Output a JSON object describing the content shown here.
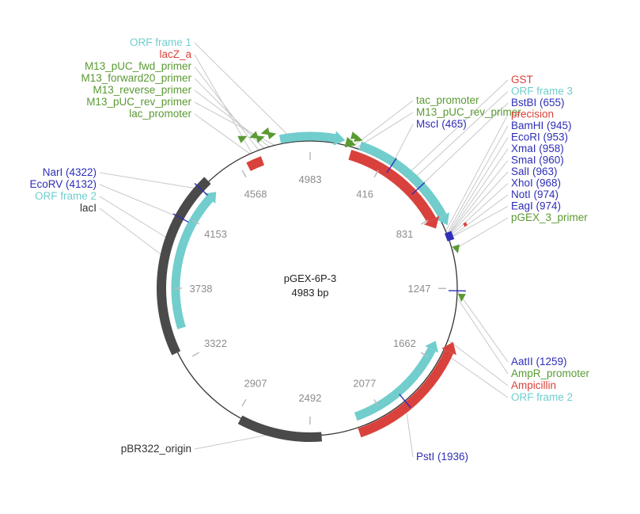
{
  "plasmid": {
    "name": "pGEX-6P-3",
    "length_label": "4983 bp",
    "length": 4983
  },
  "ticks": [
    {
      "label": "4983",
      "pos": 0
    },
    {
      "label": "416",
      "pos": 416
    },
    {
      "label": "831",
      "pos": 831
    },
    {
      "label": "1247",
      "pos": 1247
    },
    {
      "label": "1662",
      "pos": 1662
    },
    {
      "label": "2077",
      "pos": 2077
    },
    {
      "label": "2492",
      "pos": 2492
    },
    {
      "label": "2907",
      "pos": 2907
    },
    {
      "label": "3322",
      "pos": 3322
    },
    {
      "label": "3738",
      "pos": 3738
    },
    {
      "label": "4153",
      "pos": 4153
    },
    {
      "label": "4568",
      "pos": 4568
    }
  ],
  "colors": {
    "orf": "#72CDCD",
    "gene": "#D9423C",
    "primer": "#5A9A32",
    "enzyme": "#2E2EB8",
    "dark_feature": "#4A4A4A",
    "promoter": "#5A9A32",
    "tick_text": "#8C8C8C",
    "leader_line": "#C8C8C8"
  },
  "labels": {
    "left_top": [
      {
        "text": "ORF frame 1",
        "color": "#72CDCD"
      },
      {
        "text": "lacZ_a",
        "color": "#D9423C"
      },
      {
        "text": "M13_pUC_fwd_primer",
        "color": "#5A9A32"
      },
      {
        "text": "M13_forward20_primer",
        "color": "#5A9A32"
      },
      {
        "text": "M13_reverse_primer",
        "color": "#5A9A32"
      },
      {
        "text": "M13_pUC_rev_primer",
        "color": "#5A9A32"
      },
      {
        "text": "lac_promoter",
        "color": "#5A9A32"
      }
    ],
    "left_mid": [
      {
        "text": "NarI (4322)",
        "color": "#2E2EB8"
      },
      {
        "text": "EcoRV (4132)",
        "color": "#2E2EB8"
      },
      {
        "text": "ORF frame 2",
        "color": "#72CDCD"
      },
      {
        "text": "lacI",
        "color": "#333333"
      }
    ],
    "left_bottom": [
      {
        "text": "pBR322_origin",
        "color": "#333333"
      }
    ],
    "top_center": [
      {
        "text": "tac_promoter",
        "color": "#5A9A32"
      },
      {
        "text": "M13_pUC_rev_primer",
        "color": "#5A9A32"
      },
      {
        "text": "MscI (465)",
        "color": "#2E2EB8"
      }
    ],
    "right_top": [
      {
        "text": "GST",
        "color": "#D9423C"
      },
      {
        "text": "ORF frame 3",
        "color": "#72CDCD"
      },
      {
        "text": "BstBI (655)",
        "color": "#2E2EB8"
      },
      {
        "text": "precision",
        "color": "#D9423C"
      },
      {
        "text": "BamHI (945)",
        "color": "#2E2EB8"
      },
      {
        "text": "EcoRI (953)",
        "color": "#2E2EB8"
      },
      {
        "text": "XmaI (958)",
        "color": "#2E2EB8"
      },
      {
        "text": "SmaI (960)",
        "color": "#2E2EB8"
      },
      {
        "text": "SalI (963)",
        "color": "#2E2EB8"
      },
      {
        "text": "XhoI (968)",
        "color": "#2E2EB8"
      },
      {
        "text": "NotI (974)",
        "color": "#2E2EB8"
      },
      {
        "text": "EagI (974)",
        "color": "#2E2EB8"
      },
      {
        "text": "pGEX_3_primer",
        "color": "#5A9A32"
      }
    ],
    "right_bottom": [
      {
        "text": "AatII (1259)",
        "color": "#2E2EB8"
      },
      {
        "text": "AmpR_promoter",
        "color": "#5A9A32"
      },
      {
        "text": "Ampicillin",
        "color": "#D9423C"
      },
      {
        "text": "ORF frame 2",
        "color": "#72CDCD"
      }
    ],
    "bottom_center": [
      {
        "text": "PstI (1936)",
        "color": "#2E2EB8"
      }
    ]
  }
}
